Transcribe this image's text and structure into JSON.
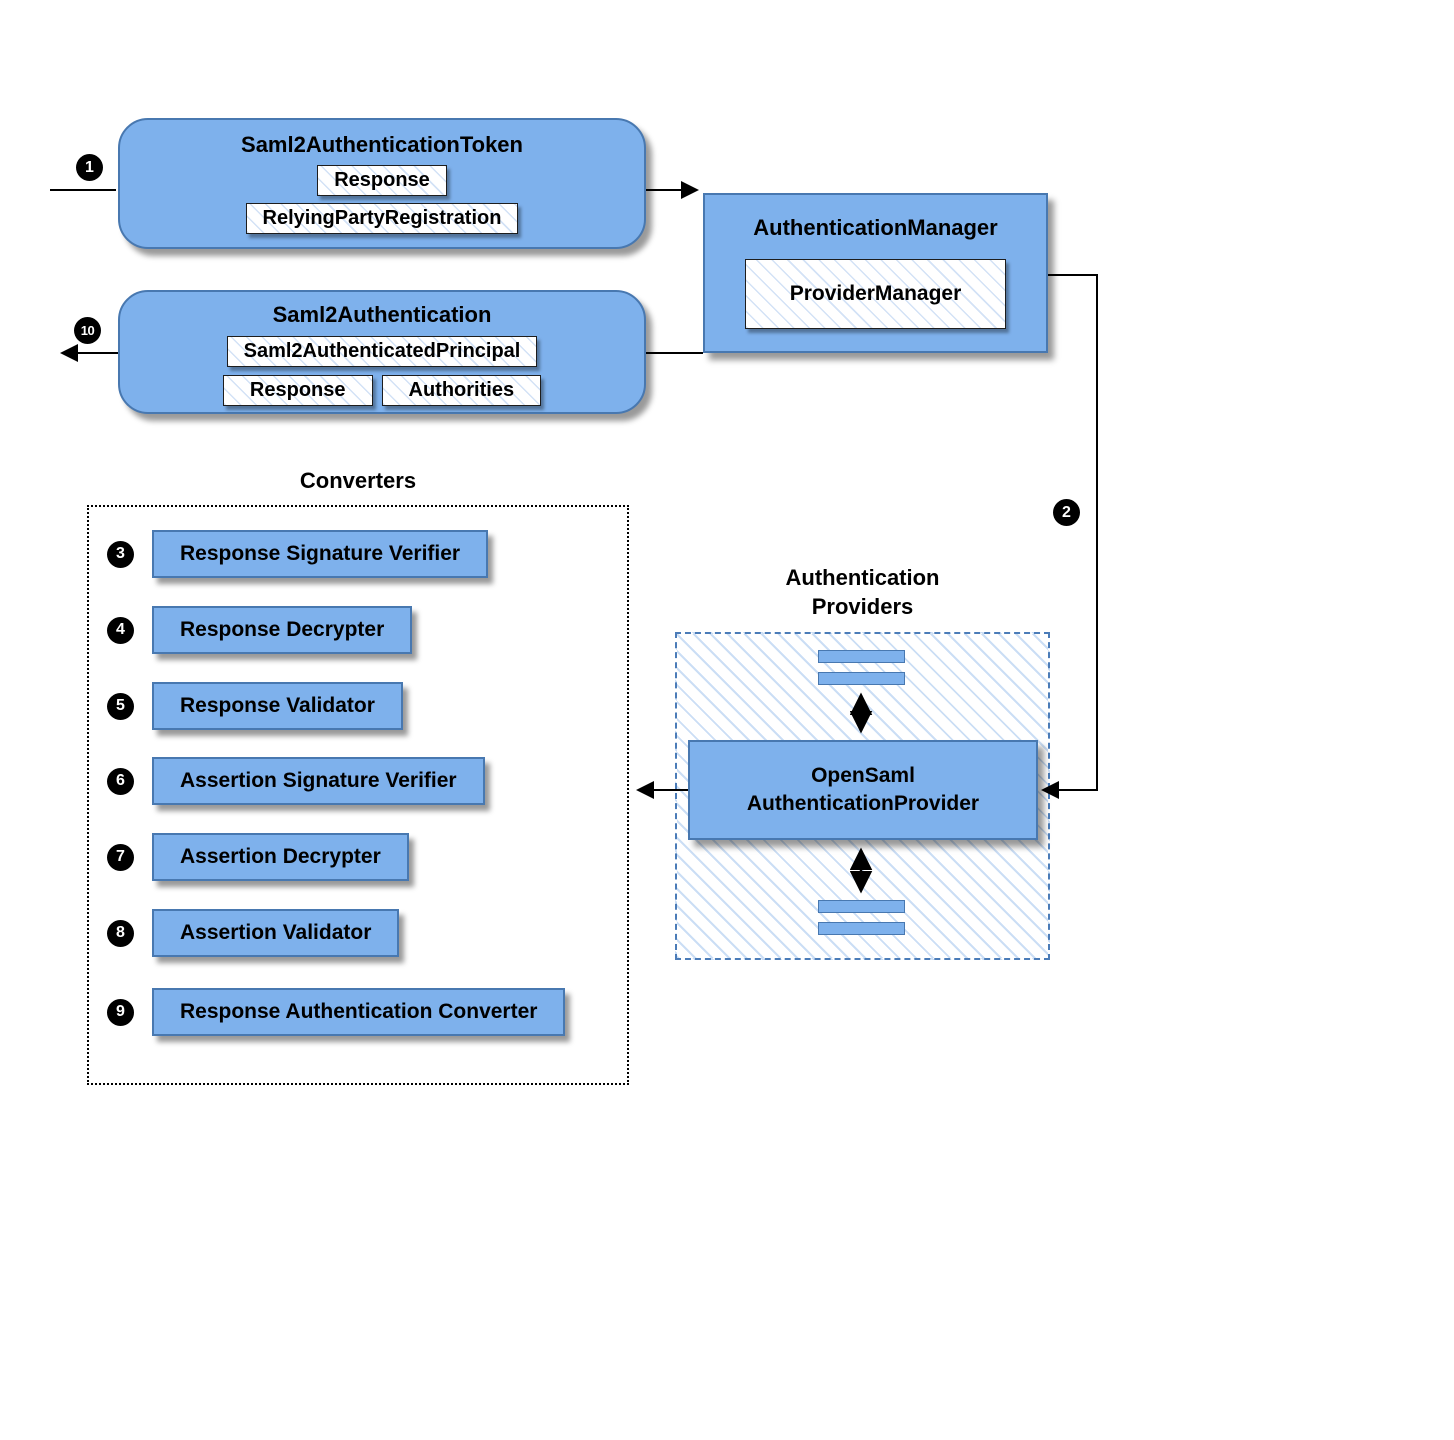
{
  "colors": {
    "node_fill": "#7EB1EC",
    "node_border": "#4878B0",
    "hatch_line": "#CBDEF5",
    "arrow": "#000000",
    "badge_bg": "#000000",
    "badge_text": "#FFFFFF"
  },
  "badges": {
    "step1": "1",
    "step2": "2",
    "step10": "10"
  },
  "token": {
    "title": "Saml2AuthenticationToken",
    "response": "Response",
    "relying_party_registration": "RelyingPartyRegistration"
  },
  "authentication_manager": {
    "title": "AuthenticationManager",
    "provider_manager": "ProviderManager"
  },
  "saml2_authentication": {
    "title": "Saml2Authentication",
    "principal": "Saml2AuthenticatedPrincipal",
    "response": "Response",
    "authorities": "Authorities"
  },
  "converters": {
    "title": "Converters",
    "items": [
      {
        "num": "3",
        "label": "Response Signature Verifier"
      },
      {
        "num": "4",
        "label": "Response Decrypter"
      },
      {
        "num": "5",
        "label": "Response Validator"
      },
      {
        "num": "6",
        "label": "Assertion Signature Verifier"
      },
      {
        "num": "7",
        "label": "Assertion Decrypter"
      },
      {
        "num": "8",
        "label": "Assertion Validator"
      },
      {
        "num": "9",
        "label": "Response Authentication Converter"
      }
    ]
  },
  "providers": {
    "title_line1": "Authentication",
    "title_line2": "Providers",
    "open_saml_line1": "OpenSaml",
    "open_saml_line2": "AuthenticationProvider"
  }
}
